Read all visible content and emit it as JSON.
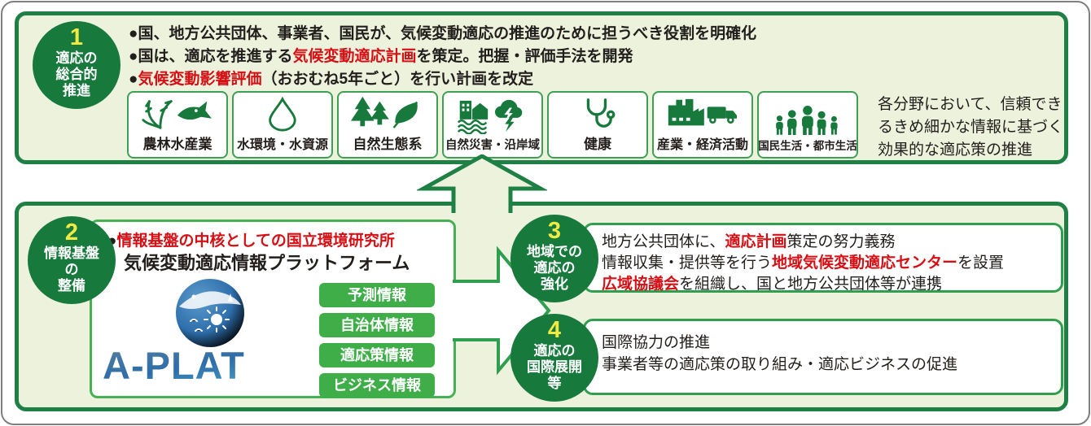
{
  "colors": {
    "dark_green": "#17793c",
    "border_green": "#1e8044",
    "light_green_bg": "#ecf2dc",
    "button_green": "#3fae49",
    "highlight_red": "#d60f15",
    "number_yellow": "#f2ea43",
    "aplat_blue": "#3a6fa5"
  },
  "sec1": {
    "number": "1",
    "title_lines": [
      "適応の",
      "総合的",
      "推進"
    ],
    "bullets": [
      {
        "pre": "●国、地方公共団体、事業者、国民が、気候変動適応の推進のために担うべき役割を明確化",
        "red": "",
        "post": ""
      },
      {
        "pre": "●国は、適応を推進する",
        "red": "気候変動適応計画",
        "post": "を策定。把握・評価手法を開発"
      },
      {
        "pre": "●",
        "red": "気候変動影響評価",
        "post": "（おおむね5年ごと）を行い計画を改定"
      }
    ],
    "categories": [
      {
        "label": "農林水産業",
        "icon": "agriculture-fishery-icon"
      },
      {
        "label": "水環境・水資源",
        "icon": "water-drop-icon"
      },
      {
        "label": "自然生態系",
        "icon": "ecosystem-trees-leaf-icon"
      },
      {
        "label": "自然災害・沿岸域",
        "icon": "disaster-coastal-icon"
      },
      {
        "label": "健康",
        "icon": "health-stethoscope-icon"
      },
      {
        "label": "産業・経済活動",
        "icon": "industry-factory-truck-icon"
      },
      {
        "label": "国民生活・都市生活",
        "icon": "citizens-urban-life-icon"
      }
    ],
    "side_note_lines": [
      "各分野において、信頼でき",
      "るきめ細かな情報に基づく",
      "効果的な適応策の推進"
    ]
  },
  "sec2": {
    "number": "2",
    "title_lines": [
      "情報基盤",
      "の",
      "整備"
    ],
    "note_bullet": "●",
    "note_red": "情報基盤の中核としての国立環境研究所",
    "platform_title": "気候変動適応情報プラットフォーム",
    "logo_text": "A-PLAT",
    "buttons": [
      "予測情報",
      "自治体情報",
      "適応策情報",
      "ビジネス情報"
    ]
  },
  "sec3": {
    "number": "3",
    "title_lines": [
      "地域での",
      "適応の",
      "強化"
    ],
    "lines": [
      {
        "pre": "地方公共団体に、",
        "red": "適応計画",
        "post": "策定の努力義務"
      },
      {
        "pre": "情報収集・提供等を行う",
        "red": "地域気候変動適応センター",
        "post": "を設置"
      },
      {
        "pre": "",
        "red": "広域協議会",
        "post": "を組織し、国と地方公共団体等が連携"
      }
    ]
  },
  "sec4": {
    "number": "4",
    "title_lines": [
      "適応の",
      "国際展開",
      "等"
    ],
    "lines": [
      "国際協力の推進",
      "事業者等の適応策の取り組み・適応ビジネスの促進"
    ]
  }
}
